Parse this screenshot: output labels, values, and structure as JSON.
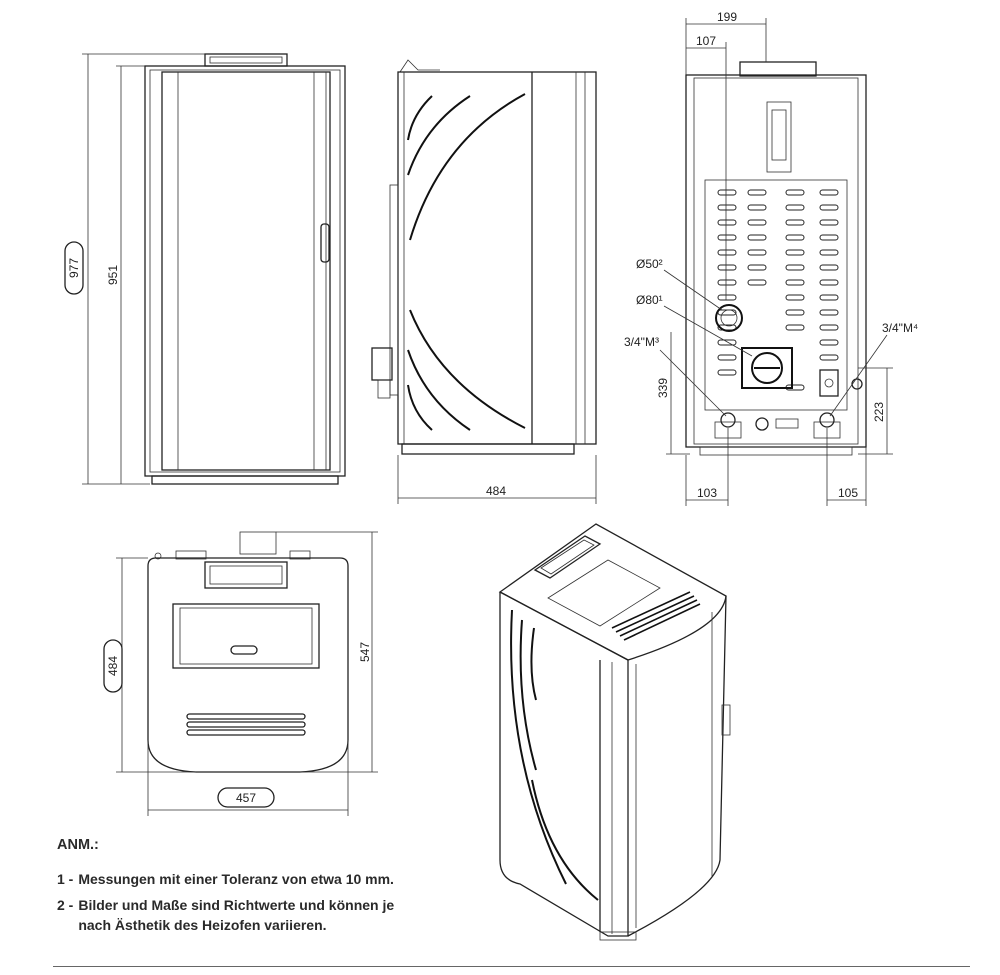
{
  "dimensions": {
    "front_outer_height": "977",
    "front_body_height": "951",
    "side_depth": "484",
    "rear_top_width": "199",
    "rear_top_offset": "107",
    "flue_diameter": "Ø50²",
    "air_intake_diameter": "Ø80¹",
    "left_fitting": "3/4\"M³",
    "right_fitting": "3/4\"M⁴",
    "left_height": "339",
    "right_height": "223",
    "left_offset": "103",
    "right_offset": "105",
    "top_depth": "484",
    "top_total_depth": "547",
    "top_width": "457"
  },
  "notes": {
    "heading": "ANM.:",
    "items": [
      {
        "num": "1 -",
        "text": "Messungen mit einer Toleranz von etwa 10 mm."
      },
      {
        "num": "2 -",
        "text": "Bilder und Maße sind Richtwerte und können je nach Ästhetik des Heizofen variieren."
      }
    ]
  }
}
